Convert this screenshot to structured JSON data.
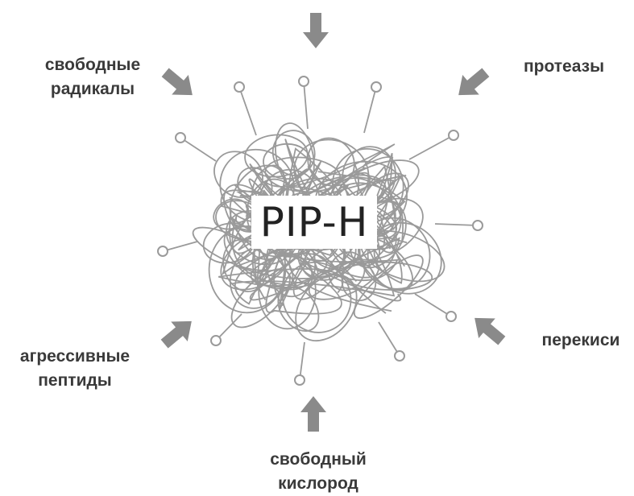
{
  "center": {
    "title": "PIP-H"
  },
  "factors": {
    "top_left": {
      "line1": "свободные",
      "line2": "радикалы"
    },
    "top_right": {
      "line1": "протеазы"
    },
    "right": {
      "line1": "перекиси"
    },
    "bottom_left": {
      "line1": "агрессивные",
      "line2": "пептиды"
    },
    "bottom": {
      "line1": "свободный",
      "line2": "кислород"
    }
  },
  "colors": {
    "arrow": "#8a8a8a",
    "tangle": "#9a9a9a",
    "text": "#3a3a3a"
  },
  "icons": [
    "arrow-icon",
    "pin-icon"
  ]
}
